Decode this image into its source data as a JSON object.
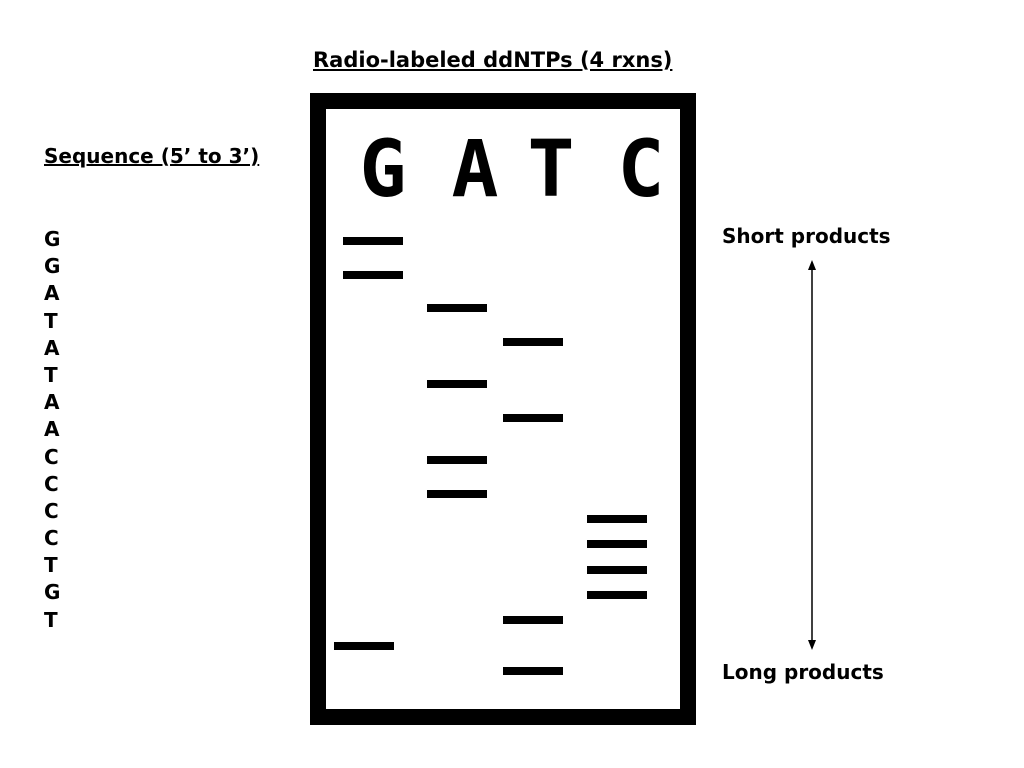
{
  "title": "Radio-labeled ddNTPs (4 rxns)",
  "sequence_heading": "Sequence (5’ to 3’)",
  "sequence": [
    "G",
    "G",
    "A",
    "T",
    "A",
    "T",
    "A",
    "A",
    "C",
    "C",
    "C",
    "C",
    "T",
    "G",
    "T"
  ],
  "lanes": [
    "G",
    "A",
    "T",
    "C"
  ],
  "labels": {
    "short": "Short products",
    "long": "Long products"
  }
}
